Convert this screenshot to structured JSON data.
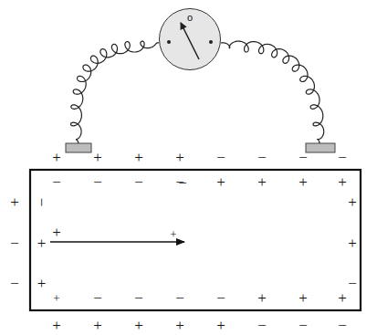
{
  "diagram": {
    "nodes": [
      {
        "text": [
          "o"
        ]
      }
    ],
    "labels": [
      "+",
      "+",
      "+",
      "+",
      "−",
      "−",
      "−",
      "−",
      "−",
      "−",
      "−",
      "−",
      "+",
      "+",
      "+",
      "+",
      "+",
      "−",
      "+",
      "−",
      "+",
      "+",
      "−",
      "+",
      "−",
      "+",
      "+",
      "+",
      "−",
      "−",
      "−",
      "−",
      "+",
      "+",
      "+",
      "+",
      "+",
      "+",
      "+",
      "+",
      "−",
      "−",
      "−",
      "−"
    ]
  }
}
